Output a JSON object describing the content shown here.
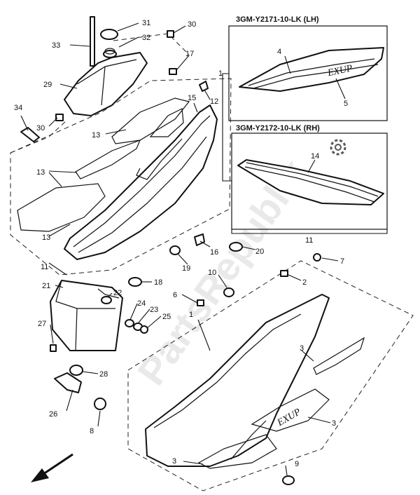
{
  "headers": {
    "lh": "3GM-Y2171-10-LK (LH)",
    "rh": "3GM-Y2172-10-LK (RH)"
  },
  "labels": {
    "l1a": "1",
    "l1b": "1",
    "l2": "2",
    "l3a": "3",
    "l3b": "3",
    "l3c": "3",
    "l4": "4",
    "l5": "5",
    "l6": "6",
    "l7": "7",
    "l8": "8",
    "l9": "9",
    "l10": "10",
    "l11a": "11",
    "l11b": "11",
    "l12": "12",
    "l13a": "13",
    "l13b": "13",
    "l13c": "13",
    "l14": "14",
    "l15": "15",
    "l16": "16",
    "l17": "17",
    "l18": "18",
    "l19": "19",
    "l20": "20",
    "l21": "21",
    "l22": "22",
    "l23": "23",
    "l24": "24",
    "l25": "25",
    "l26": "26",
    "l27": "27",
    "l28": "28",
    "l29": "29",
    "l30a": "30",
    "l30b": "30",
    "l31": "31",
    "l32": "32",
    "l33": "33",
    "l34": "34"
  },
  "decal_text": {
    "lh": "EXUP",
    "side": "EXUP"
  },
  "watermark": "PartsRepublik",
  "icons": {
    "direction_arrow": "front-direction-arrow-icon",
    "gear": "gear-icon"
  }
}
